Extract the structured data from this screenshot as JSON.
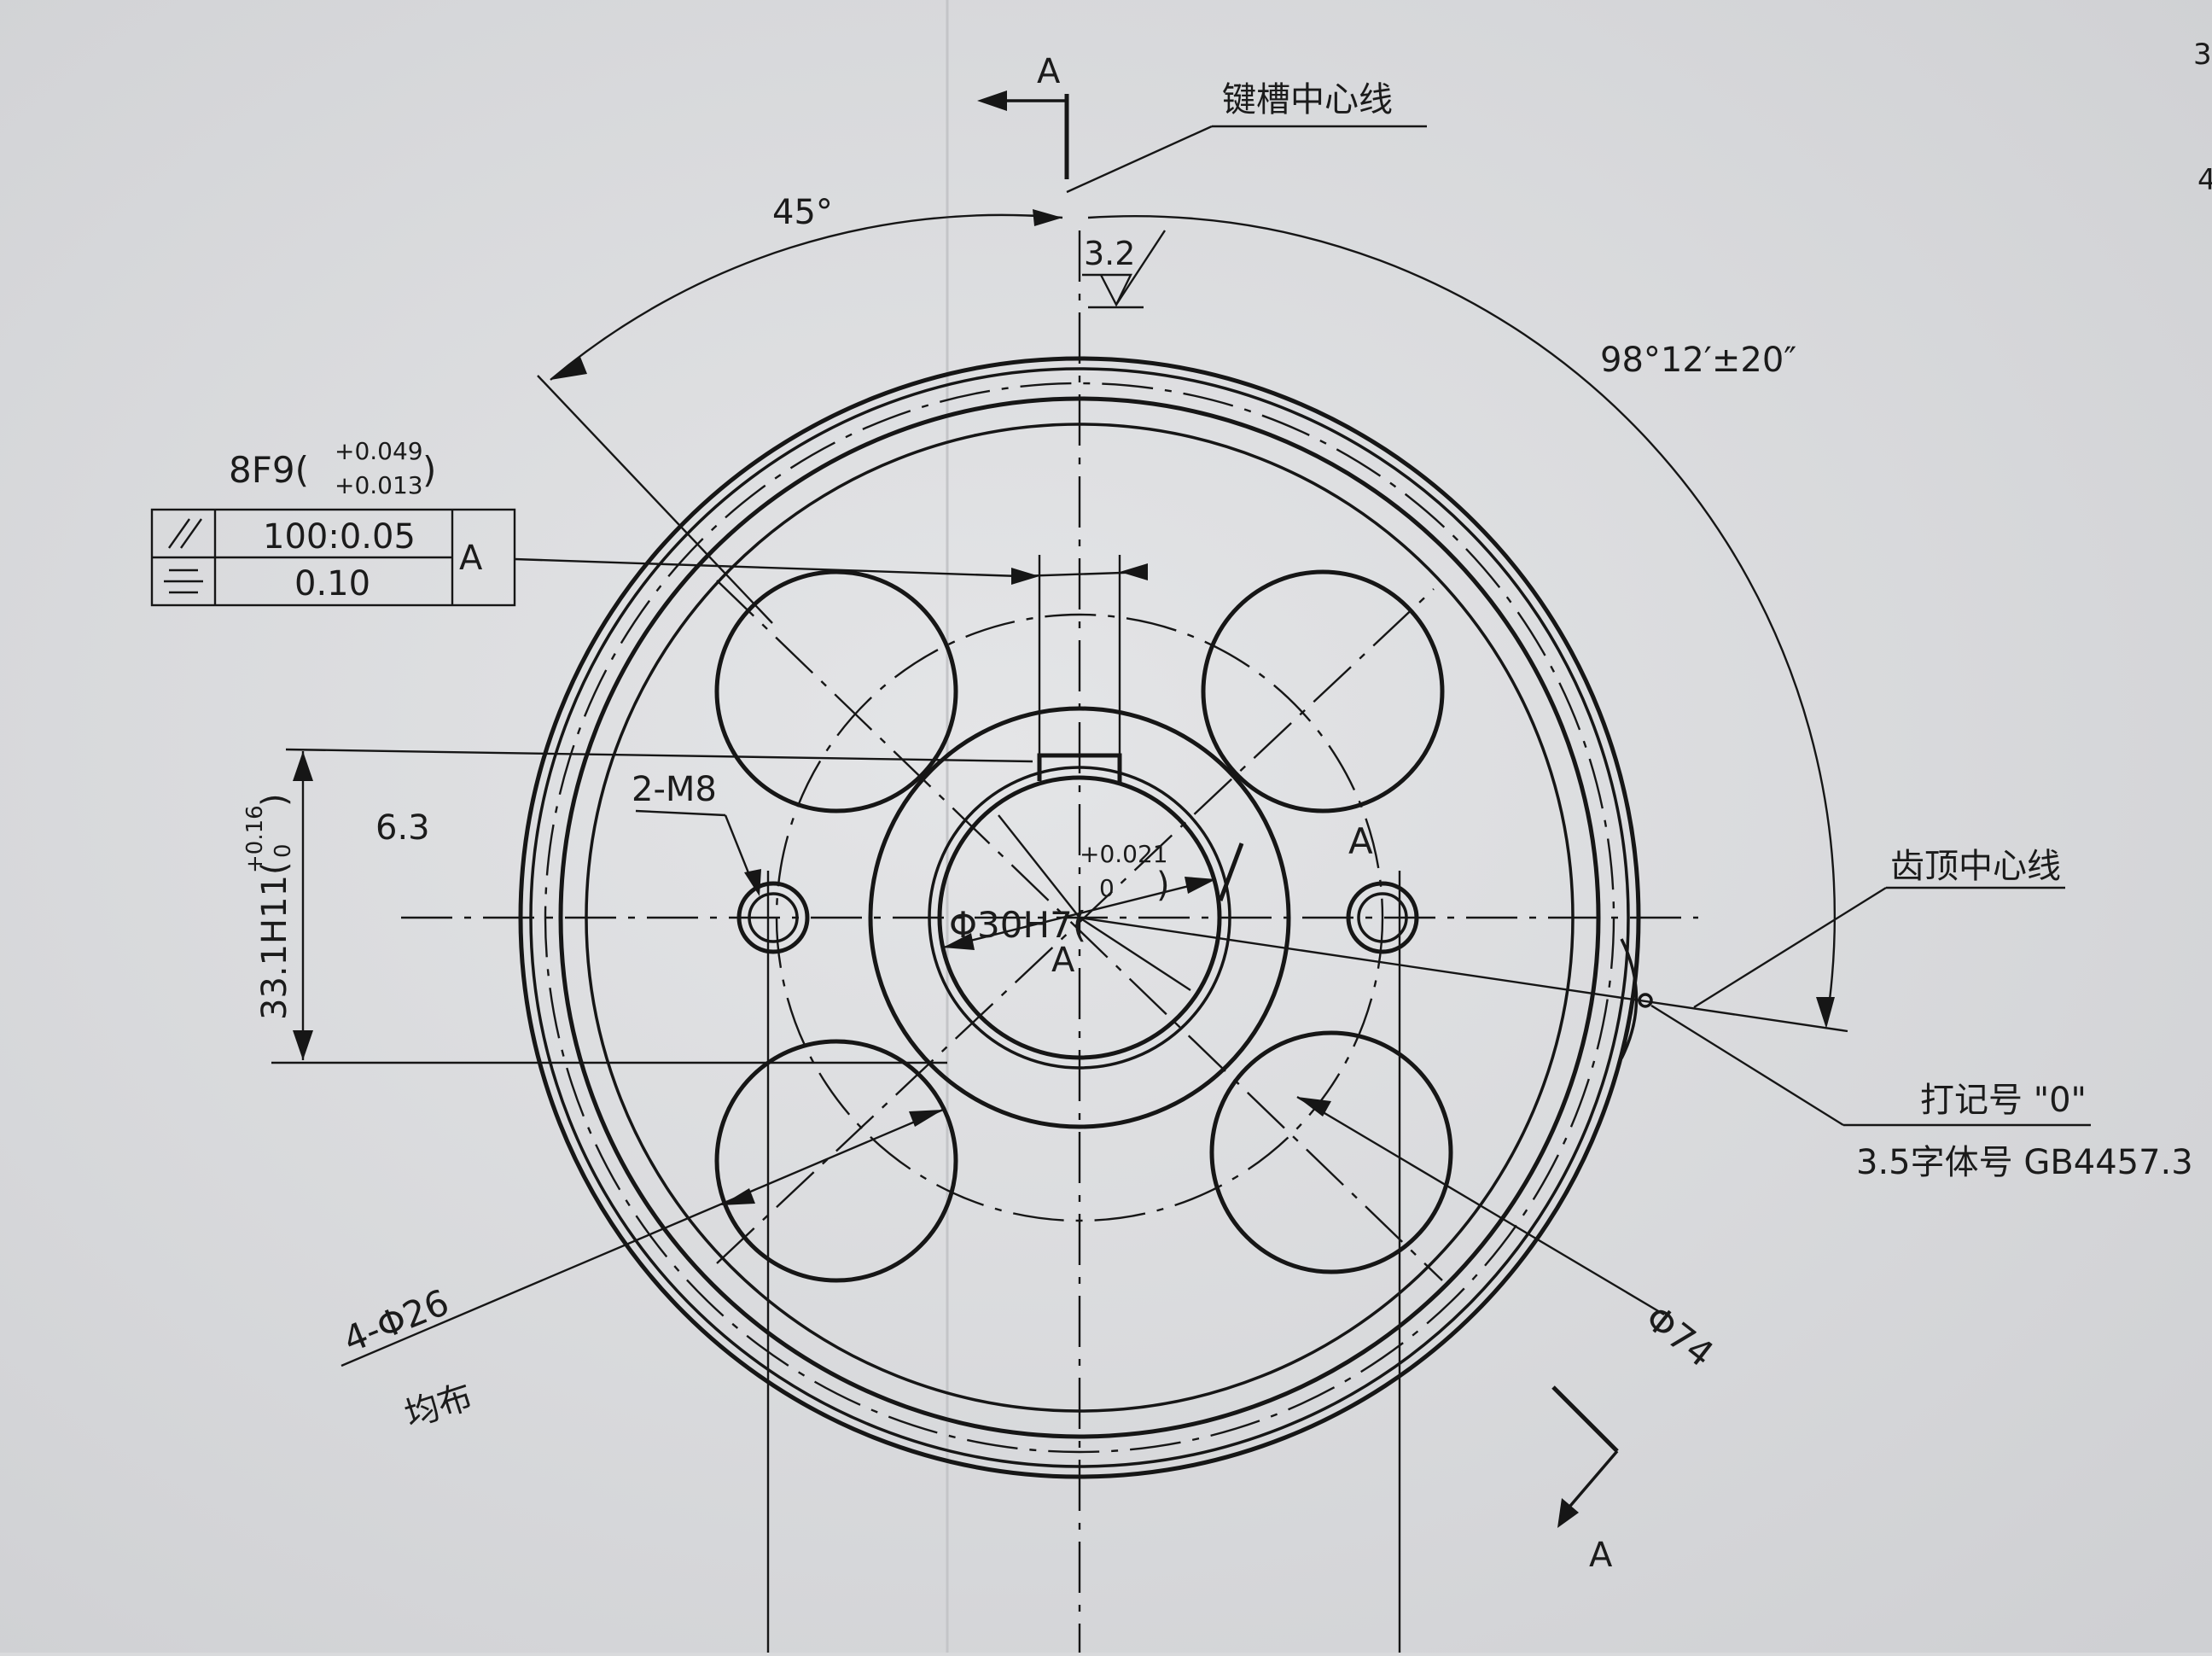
{
  "labels": {
    "section_top": "A",
    "keyway_centerline": "键槽中心线",
    "angle_45": "45°",
    "roughness": "3.2",
    "angle_tooth": "98°12′±20″",
    "keyway_width": "8F9(",
    "keyway_tol_upper": "+0.049",
    "keyway_tol_lower": "+0.013",
    "keyway_width_close": ")",
    "fcf_parallel_value": "100:0.05",
    "fcf_symmetry_value": "0.10",
    "fcf_datum": "A",
    "depth_dim": "33.1H11(",
    "depth_tol_upper": "+0.16",
    "depth_tol_lower": "0",
    "depth_close": ")",
    "roughness_2": "6.3",
    "thread": "2-M8",
    "bore": "Φ30H7(",
    "bore_tol_upper": "+0.021",
    "bore_tol_lower": "0",
    "bore_close": ")",
    "datum_center": "A",
    "datum_right": "A",
    "tooth_centerline": "齿顶中心线",
    "mark_note": "打记号 \"0\"",
    "font_note": "3.5字体号  GB4457.3",
    "pcd": "Φ74",
    "holes": "4-Φ26",
    "evenly": "均布",
    "section_bottom": "A",
    "edge_mark_1": "3",
    "edge_mark_2": "4"
  }
}
